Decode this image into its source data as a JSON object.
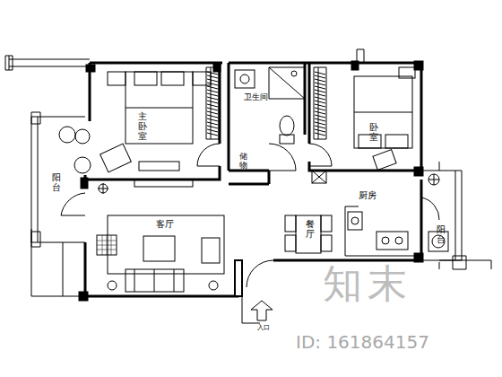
{
  "diagram": {
    "labels": [
      "主卧室",
      "卫生间",
      "卧室",
      "储物",
      "阳台",
      "客厅",
      "餐厅",
      "厨房",
      "阳台",
      "入口",
      "知末",
      "ID: 161864157"
    ]
  }
}
